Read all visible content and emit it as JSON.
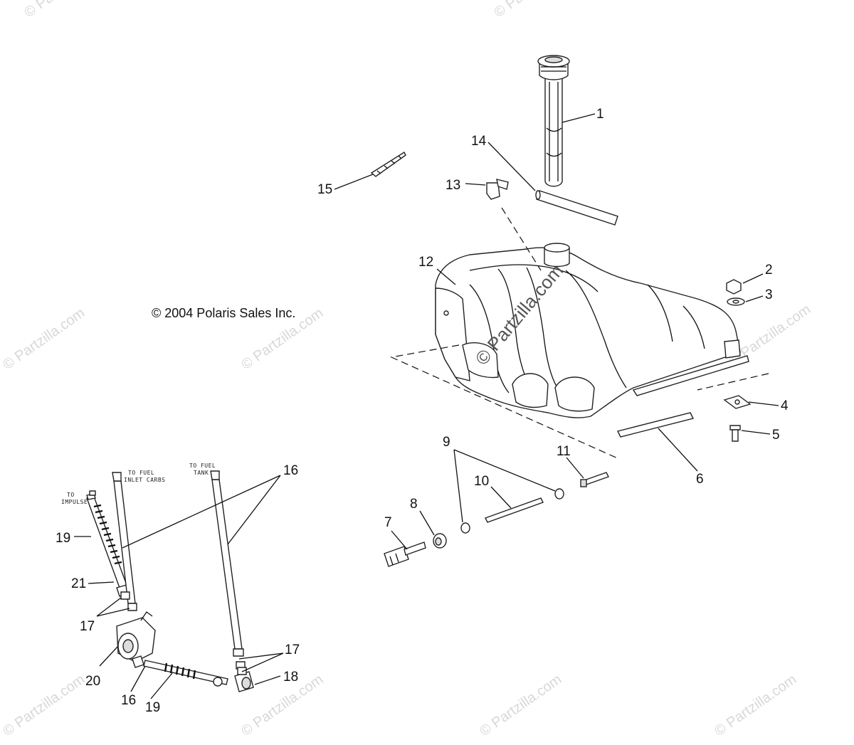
{
  "copyright": "© 2004 Polaris Sales Inc.",
  "watermark": "© Partzilla.com",
  "tank_watermark": "© Partzilla.com",
  "hose_labels": {
    "to_impulse": [
      "TO",
      "IMPULSE"
    ],
    "to_fuel_inlet_carbs": [
      "TO FUEL",
      "INLET CARBS"
    ],
    "to_fuel_tank": [
      "TO FUEL",
      "TANK"
    ]
  },
  "callouts": {
    "c1": "1",
    "c2": "2",
    "c3": "3",
    "c4": "4",
    "c5": "5",
    "c6": "6",
    "c7": "7",
    "c8": "8",
    "c9": "9",
    "c10": "10",
    "c11": "11",
    "c12": "12",
    "c13": "13",
    "c14": "14",
    "c15": "15",
    "c16a": "16",
    "c16b": "16",
    "c17a": "17",
    "c17b": "17",
    "c18": "18",
    "c19a": "19",
    "c19b": "19",
    "c20": "20",
    "c21": "21"
  }
}
